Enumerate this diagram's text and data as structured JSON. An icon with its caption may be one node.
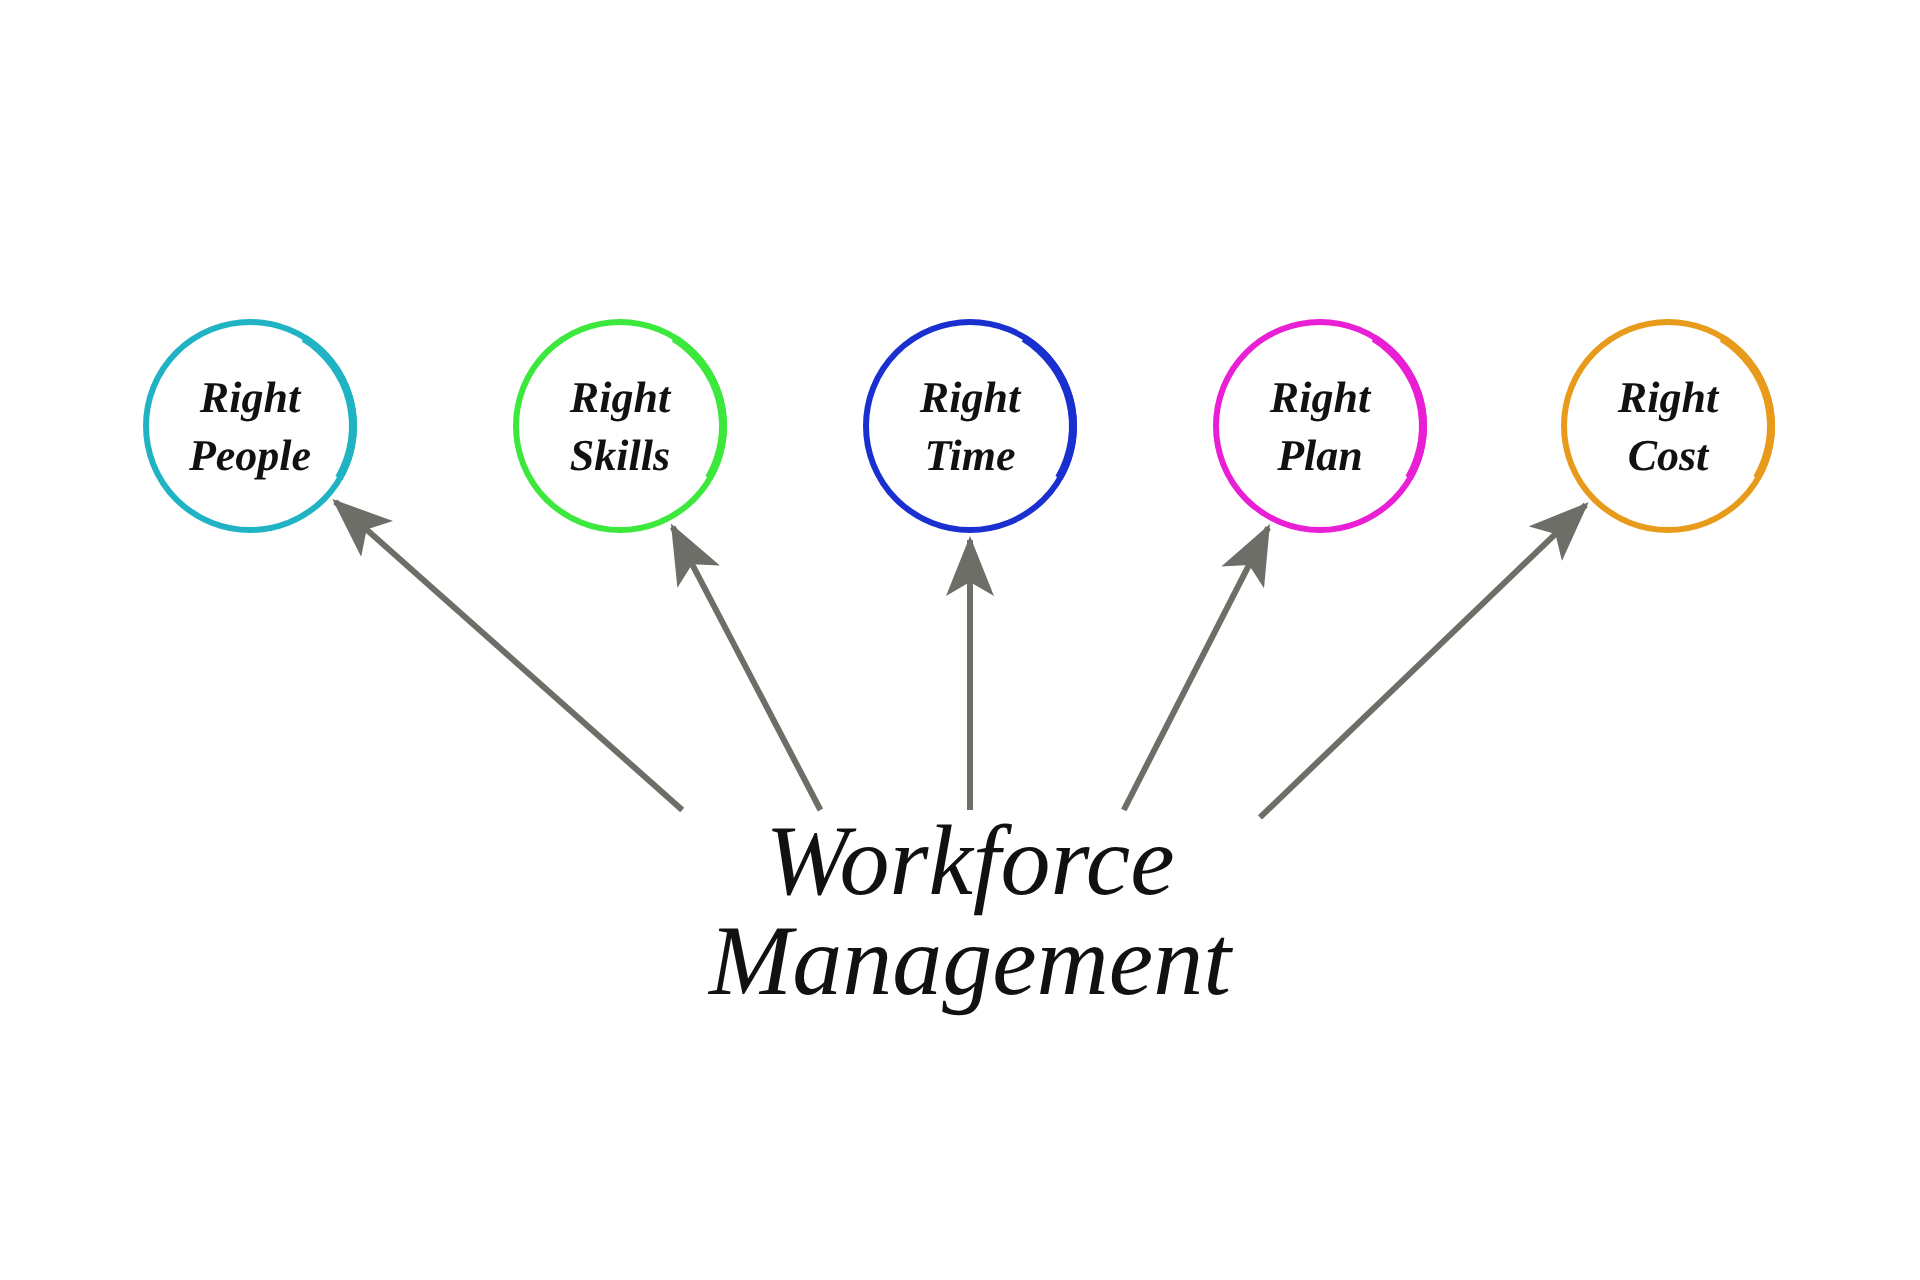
{
  "diagram": {
    "nodes": [
      {
        "text": [
          "Right People"
        ]
      },
      {
        "text": [
          "Right Skills"
        ]
      },
      {
        "text": [
          "Right Time"
        ]
      },
      {
        "text": [
          "Right Plan"
        ]
      },
      {
        "text": [
          "Right Cost"
        ]
      },
      {
        "text": [
          "Workforce Management"
        ]
      }
    ],
    "edges": [
      {
        "from": 5,
        "to": 0,
        "arrow": "to"
      },
      {
        "from": 5,
        "to": 1,
        "arrow": "to"
      },
      {
        "from": 5,
        "to": 2,
        "arrow": "to"
      },
      {
        "from": 5,
        "to": 3,
        "arrow": "to"
      },
      {
        "from": 5,
        "to": 4,
        "arrow": "to"
      }
    ]
  }
}
